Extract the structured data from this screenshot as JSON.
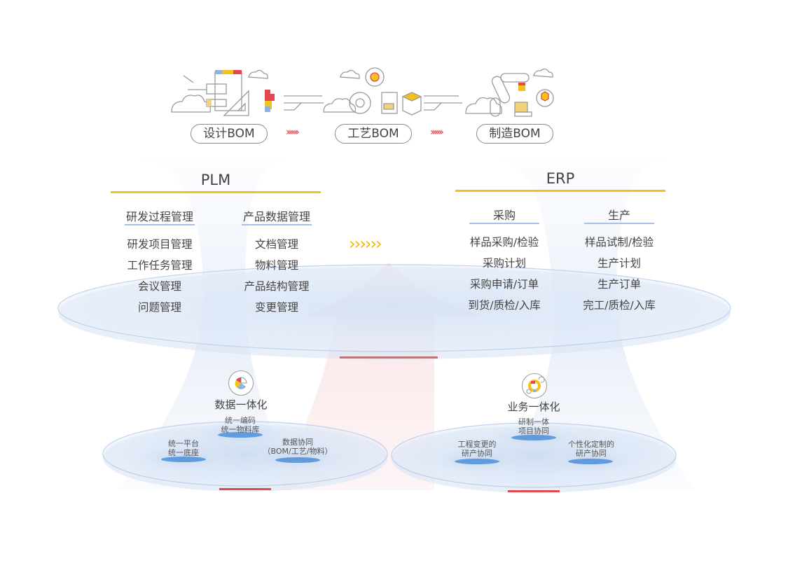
{
  "bom_flow": {
    "stages": [
      "设计BOM",
      "工艺BOM",
      "制造BOM"
    ],
    "arrow_glyph": "››››››"
  },
  "plm": {
    "title": "PLM",
    "columns": [
      {
        "heading": "研发过程管理",
        "items": [
          "研发项目管理",
          "工作任务管理",
          "会议管理",
          "问题管理"
        ]
      },
      {
        "heading": "产品数据管理",
        "items": [
          "文档管理",
          "物料管理",
          "产品结构管理",
          "变更管理"
        ]
      }
    ]
  },
  "transfer_arrows": "››››››",
  "erp": {
    "title": "ERP",
    "columns": [
      {
        "heading": "采购",
        "items": [
          "样品采购/检验",
          "采购计划",
          "采购申请/订单",
          "到货/质检/入库"
        ]
      },
      {
        "heading": "生产",
        "items": [
          "样品试制/检验",
          "生产计划",
          "生产订单",
          "完工/质检/入库"
        ]
      }
    ]
  },
  "foundations": [
    {
      "title": "数据一体化",
      "icon": "pie-chart-icon",
      "nodes": [
        {
          "lines": [
            "统一编码",
            "统一物料库"
          ]
        },
        {
          "lines": [
            "统一平台",
            "统一底座"
          ]
        },
        {
          "lines": [
            "数据协同",
            "（BOM/工艺/物料）"
          ]
        }
      ]
    },
    {
      "title": "业务一体化",
      "icon": "gear-wrench-icon",
      "nodes": [
        {
          "lines": [
            "研制一体",
            "项目协同"
          ]
        },
        {
          "lines": [
            "工程变更的",
            "研产协同"
          ]
        },
        {
          "lines": [
            "个性化定制的",
            "研产协同"
          ]
        }
      ]
    }
  ],
  "colors": {
    "accent_yellow": "#f3c21a",
    "accent_red": "#e5555a",
    "disc_blue": "#a7c0e6",
    "chevron_yellow": "#f5b800"
  }
}
